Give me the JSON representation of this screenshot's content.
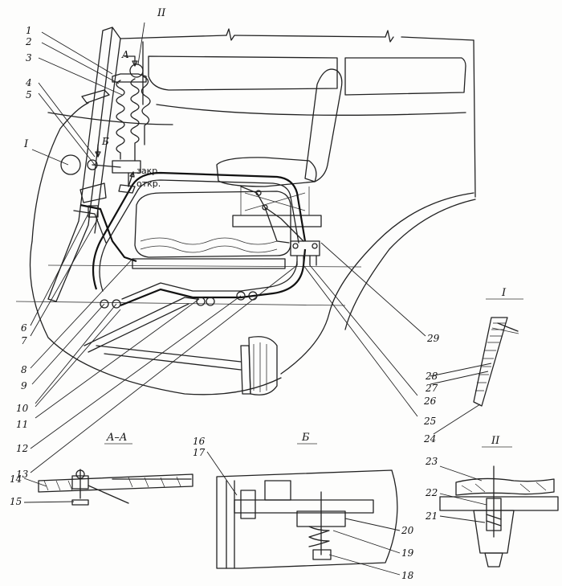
{
  "section_labels": {
    "view_I": "I",
    "view_II": "II",
    "arrow_A": "A",
    "arrow_B": "Б",
    "section_AA": "A–A",
    "view_B": "Б",
    "detail_I": "I",
    "detail_II": "II"
  },
  "notes": {
    "closed": "закр.",
    "open": "откр."
  },
  "callouts": [
    "1",
    "2",
    "3",
    "4",
    "5",
    "6",
    "7",
    "8",
    "9",
    "10",
    "11",
    "12",
    "13",
    "14",
    "15",
    "16",
    "17",
    "18",
    "19",
    "20",
    "21",
    "22",
    "23",
    "24",
    "25",
    "26",
    "27",
    "28",
    "29"
  ]
}
